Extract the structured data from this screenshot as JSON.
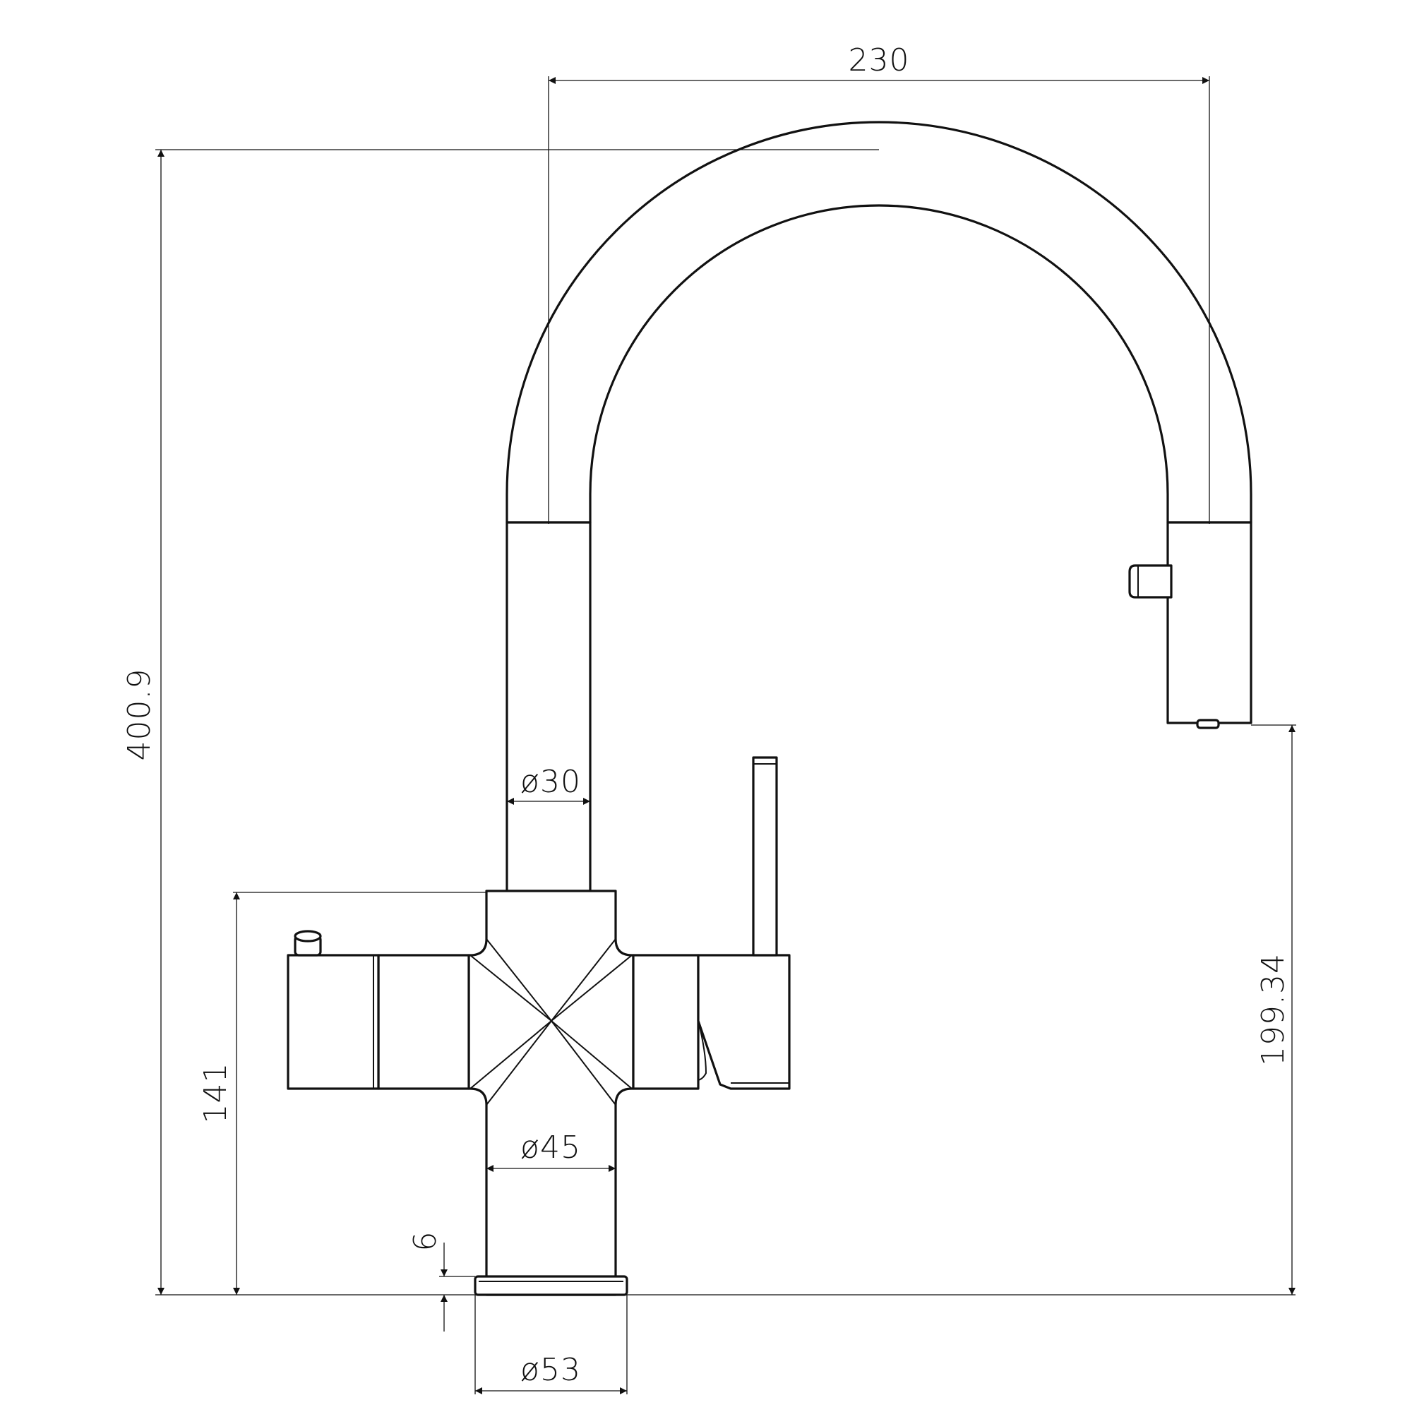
{
  "drawing": {
    "colors": {
      "line": "#111111",
      "background": "#ffffff"
    },
    "dimensions": {
      "spout_reach": "230",
      "total_height": "400.9",
      "spout_diameter": "ø30",
      "outlet_height": "199.34",
      "body_height": "141",
      "column_diameter": "ø45",
      "base_thickness": "6",
      "base_diameter": "ø53"
    }
  }
}
